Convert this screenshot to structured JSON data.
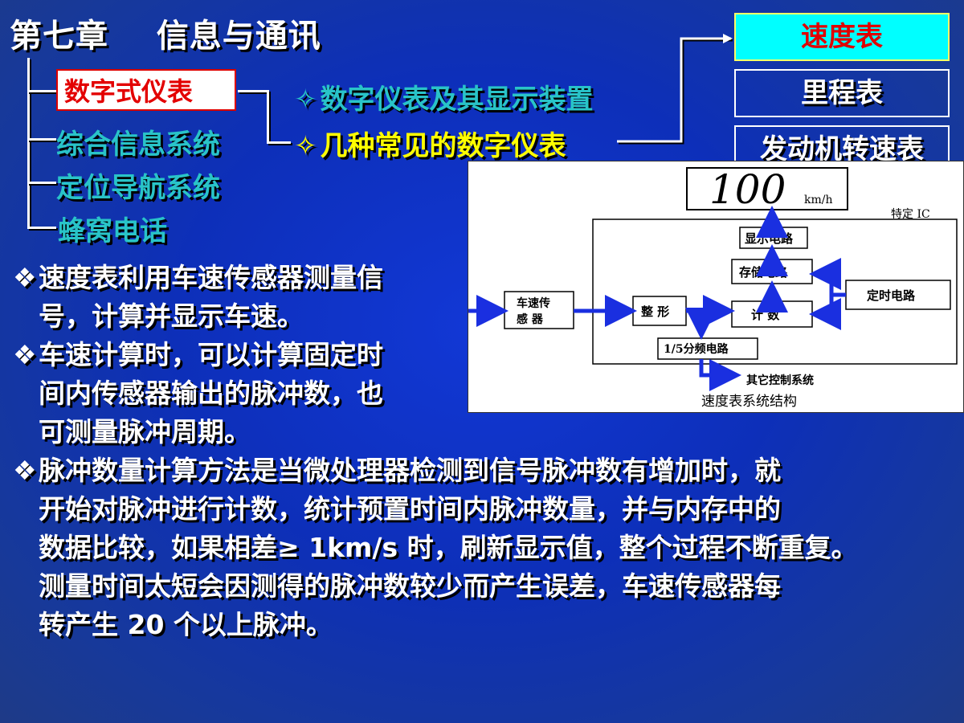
{
  "title": "第七章    信息与通讯",
  "tree": {
    "nodes": [
      "数字式仪表",
      "综合信息系统",
      "定位导航系统",
      "蜂窝电话"
    ]
  },
  "subtopics": [
    "数字仪表及其显示装置",
    "几种常见的数字仪表"
  ],
  "subtopic_mark": "✧",
  "right_boxes": [
    "速度表",
    "里程表",
    "发动机转速表"
  ],
  "diagram": {
    "display_value": "100",
    "display_unit": "km/h",
    "ic_label": "特定 IC",
    "blocks": {
      "display_circuit": "显示电路",
      "storage_circuit": "存储电路",
      "sensor_line1": "车速传",
      "sensor_line2": "感   器",
      "shaping": "整 形",
      "counter": "计 数",
      "timer": "定时电路",
      "divider": "1/5分频电路",
      "other": "其它控制系统"
    },
    "caption": "速度表系统结构"
  },
  "bullets": {
    "mark": "❖",
    "b1_l1": "速度表利用车速传感器测量信",
    "b1_l2": "号，计算并显示车速。",
    "b2_l1": "车速计算时，可以计算固定时",
    "b2_l2": "间内传感器输出的脉冲数，也",
    "b2_l3": "可测量脉冲周期。",
    "b3_l1": "脉冲数量计算方法是当微处理器检测到信号脉冲数有增加时，就",
    "b3_l2": "开始对脉冲进行计数，统计预置时间内脉冲数量，并与内存中的",
    "b3_l3": "数据比较，如果相差≥ 1km/s 时，刷新显示值，整个过程不断重复。",
    "b3_l4": "测量时间太短会因测得的脉冲数较少而产生误差，车速传感器每",
    "b3_l5": "转产生 20 个以上脉冲。"
  }
}
